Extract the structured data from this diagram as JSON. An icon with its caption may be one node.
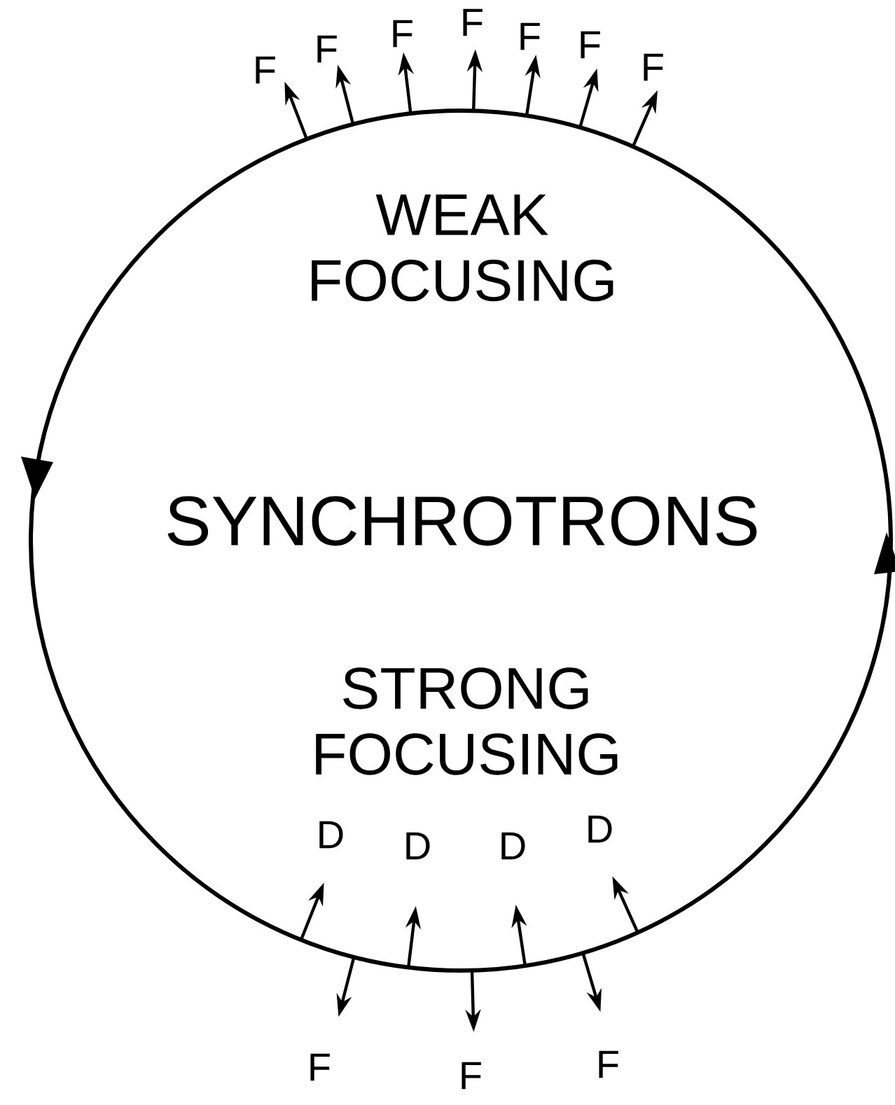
{
  "diagram": {
    "nodes": [
      {
        "text": [
          "WEAK FOCUSING",
          "SYNCHROTRONS",
          "STRONG FOCUSING"
        ]
      }
    ],
    "labels": [
      "F",
      "F",
      "F",
      "F",
      "F",
      "F",
      "F",
      "D",
      "D",
      "D",
      "D",
      "F",
      "F",
      "F"
    ]
  }
}
